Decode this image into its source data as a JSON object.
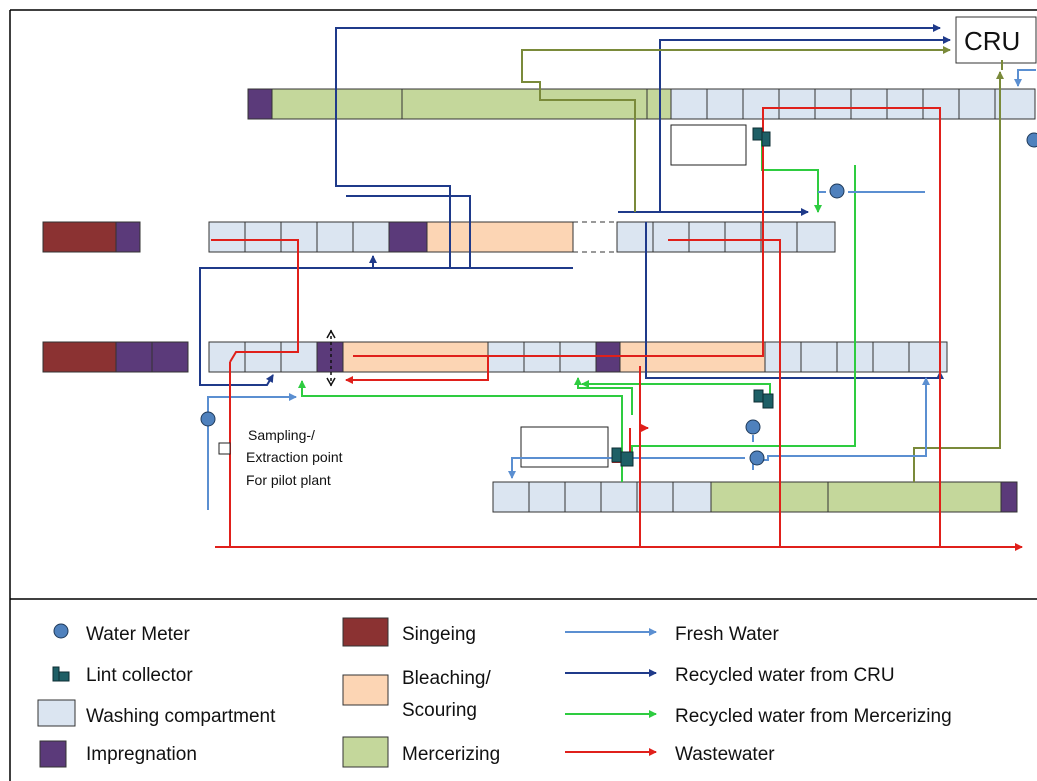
{
  "cru": {
    "label": "CRU"
  },
  "sampling": {
    "lines": [
      "Sampling-/",
      "Extraction point",
      "For pilot plant"
    ]
  },
  "legend": {
    "symbols": [
      {
        "key": "water_meter",
        "label": "Water Meter",
        "icon": "water-meter-icon"
      },
      {
        "key": "lint_collector",
        "label": "Lint collector",
        "icon": "lint-collector-icon"
      },
      {
        "key": "washing",
        "label": "Washing compartment",
        "icon": "washing-compartment-swatch"
      },
      {
        "key": "impregnation",
        "label": "Impregnation",
        "icon": "impregnation-swatch"
      }
    ],
    "processes": [
      {
        "key": "singeing",
        "label": "Singeing"
      },
      {
        "key": "bleaching",
        "label_lines": [
          "Bleaching/",
          "Scouring"
        ]
      },
      {
        "key": "mercerizing",
        "label": "Mercerizing"
      }
    ],
    "flows": [
      {
        "key": "fresh",
        "label": "Fresh Water"
      },
      {
        "key": "cru",
        "label": "Recycled water from CRU"
      },
      {
        "key": "merc",
        "label": "Recycled water from Mercerizing"
      },
      {
        "key": "waste",
        "label": "Wastewater"
      }
    ]
  },
  "colors": {
    "fresh": "#5b8fd1",
    "cru": "#1f3a8a",
    "merc": "#2ecc40",
    "waste": "#e0201b",
    "mercerizing_olive": "#7a8a3a",
    "singeing": "#8b3232",
    "impregnation": "#5b3a7a",
    "washing": "#dbe5f1",
    "bleaching": "#fcd5b4",
    "mercerizing": "#c4d79b",
    "meter": "#4f81bd",
    "lint": "#1e5f66"
  }
}
